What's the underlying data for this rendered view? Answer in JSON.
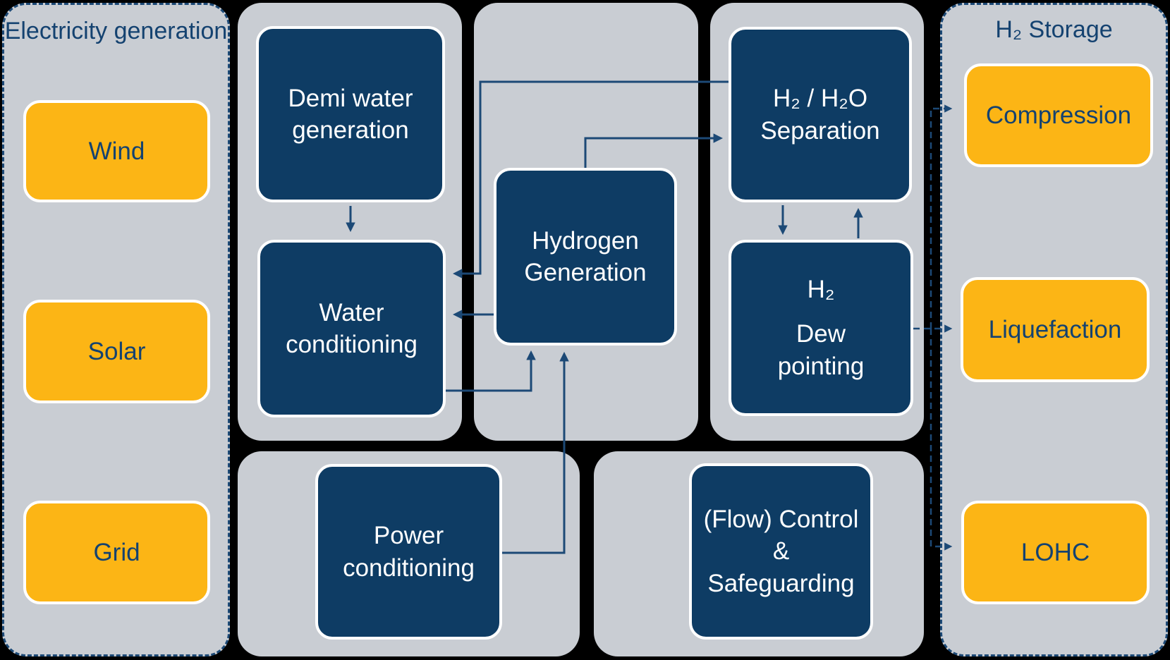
{
  "diagram": {
    "electricity_generation": {
      "title_line1": "Electricity",
      "title_line2": "generation",
      "sources": [
        "Wind",
        "Solar",
        "Grid"
      ]
    },
    "demi_water_generation": {
      "line1": "Demi water",
      "line2": "generation"
    },
    "water_conditioning": {
      "line1": "Water",
      "line2": "conditioning"
    },
    "hydrogen_generation": {
      "line1": "Hydrogen",
      "line2": "Generation"
    },
    "h2_h2o_separation": {
      "line1": "H₂ / H₂O",
      "line2": "Separation"
    },
    "h2_dew_pointing": {
      "line1": "H₂",
      "line2": "Dew",
      "line3": "pointing"
    },
    "power_conditioning": {
      "line1": "Power",
      "line2": "conditioning"
    },
    "flow_control": {
      "line1": "(Flow) Control",
      "line2": "&",
      "line3": "Safeguarding"
    },
    "h2_storage": {
      "title": "H₂ Storage",
      "options": [
        "Compression",
        "Liquefaction",
        "LOHC"
      ]
    }
  },
  "colors": {
    "bg": "#000000",
    "panel_gray": "#c9cdd3",
    "navy_fill": "#0e3c64",
    "navy_text": "#144270",
    "navy_line": "#1c4976",
    "yellow": "#fcb515",
    "white": "#ffffff"
  }
}
